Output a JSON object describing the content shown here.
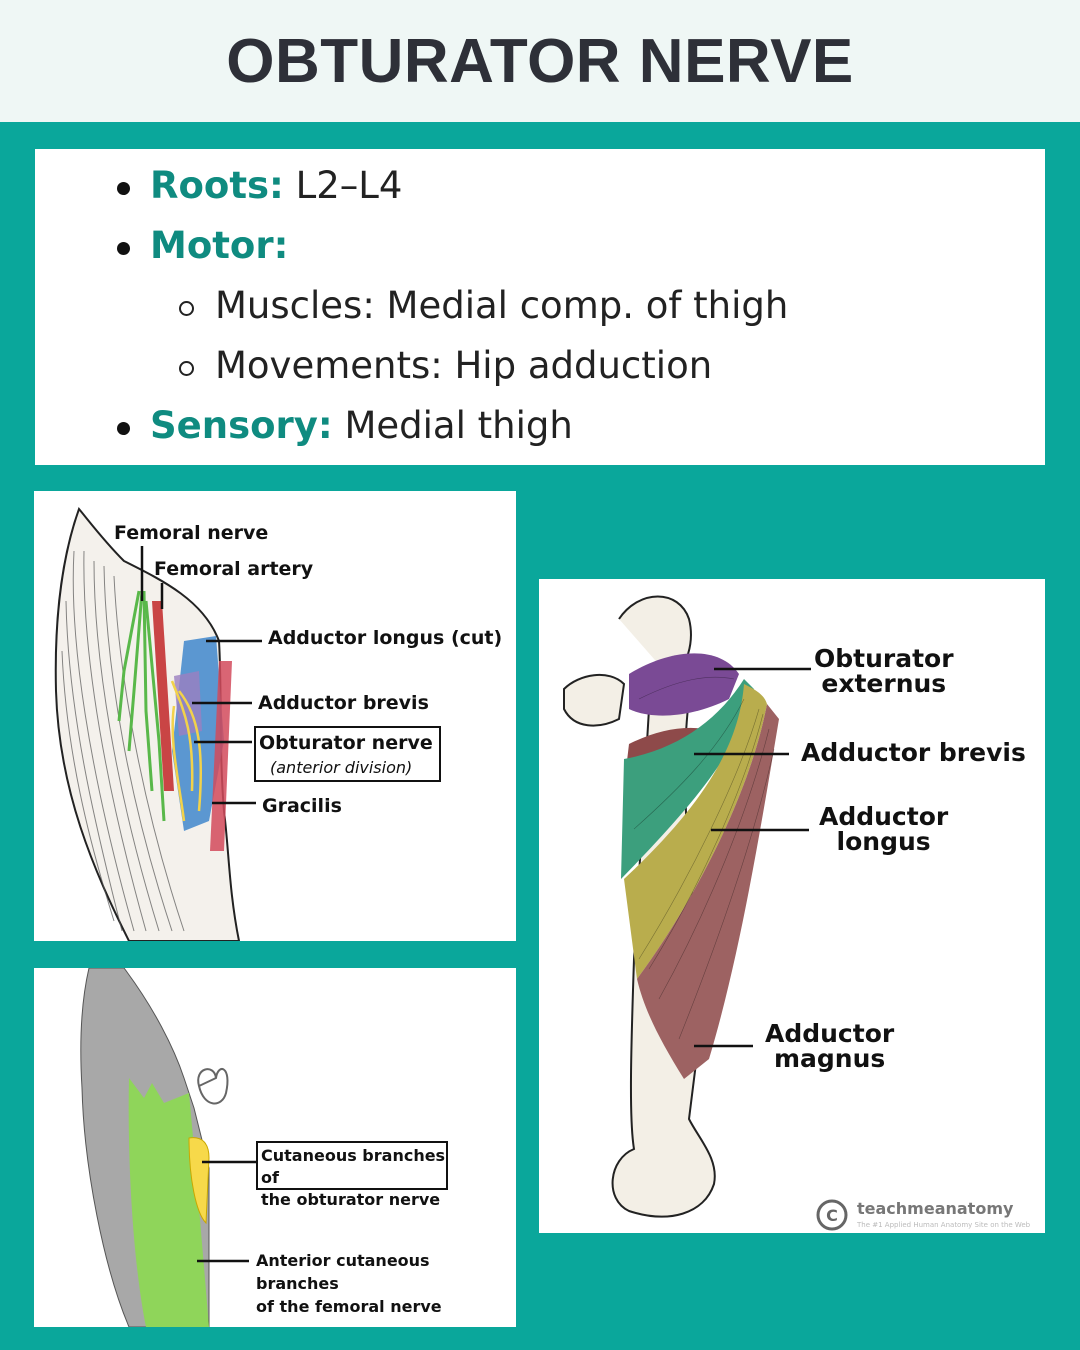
{
  "header": {
    "title": "OBTURATOR NERVE"
  },
  "info": {
    "roots_key": "Roots:",
    "roots_value": "L2–L4",
    "motor_key": "Motor:",
    "muscles": "Muscles: Medial comp. of thigh",
    "movements": "Movements: Hip adduction",
    "sensory_key": "Sensory:",
    "sensory_value": "Medial thigh"
  },
  "panel_anterior": {
    "labels": {
      "femoral_nerve": "Femoral nerve",
      "femoral_artery": "Femoral artery",
      "adductor_longus_cut": "Adductor longus (cut)",
      "adductor_brevis": "Adductor brevis",
      "obturator_nerve": "Obturator nerve",
      "anterior_division": "(anterior division)",
      "gracilis": "Gracilis"
    }
  },
  "panel_muscles": {
    "labels": {
      "obturator_externus": "Obturator\nexternus",
      "adductor_brevis": "Adductor brevis",
      "adductor_longus": "Adductor\nlongus",
      "adductor_magnus": "Adductor\nmagnus"
    },
    "watermark": "teachmeanatomy",
    "watermark_sub": "The #1 Applied Human Anatomy Site on the Web"
  },
  "panel_cutaneous": {
    "labels": {
      "cutaneous_obturator": "Cutaneous branches of\nthe obturator nerve",
      "anterior_femoral": "Anterior cutaneous branches\nof the femoral nerve"
    }
  },
  "colors": {
    "teal_bg": "#0aa79b",
    "key_teal": "#0f8b80",
    "header_bg": "#eff7f5",
    "obturator_externus": "#7a4a95",
    "adductor_brevis": "#3c9f7d",
    "adductor_longus": "#b9ad4d",
    "adductor_magnus": "#9d6262",
    "nerve_yellow": "#f2d24a",
    "muscle_blue": "#3f87cc",
    "artery_red": "#c94545",
    "femoral_green": "#59b84a"
  }
}
